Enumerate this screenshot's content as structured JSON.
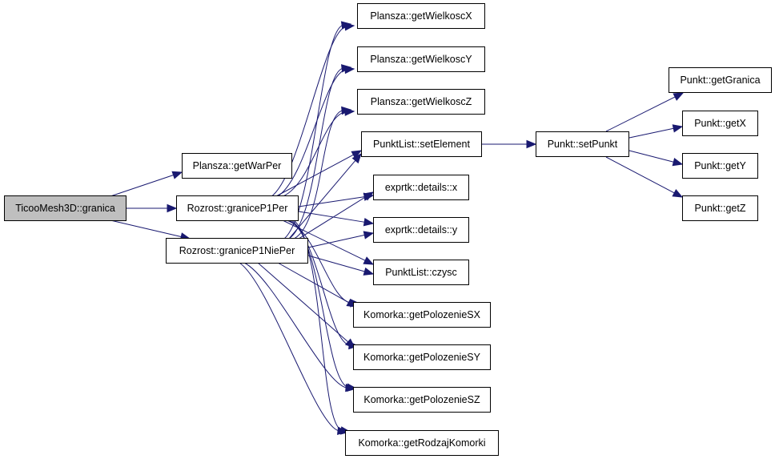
{
  "colors": {
    "edge": "#191970",
    "node_border": "#000000",
    "root_fill": "#bfbfbf",
    "node_fill": "#ffffff"
  },
  "nodes": {
    "ticoo": "TicooMesh3D::granica",
    "getwarper": "Plansza::getWarPer",
    "granicep1per": "Rozrost::graniceP1Per",
    "granicep1nieper": "Rozrost::graniceP1NiePer",
    "getwielkoscx": "Plansza::getWielkoscX",
    "getwielkoscy": "Plansza::getWielkoscY",
    "getwielkoscz": "Plansza::getWielkoscZ",
    "setelement": "PunktList::setElement",
    "detailsx": "exprtk::details::x",
    "detailsy": "exprtk::details::y",
    "czysc": "PunktList::czysc",
    "getpolozeniesx": "Komorka::getPolozenieSX",
    "getpolozeniesy": "Komorka::getPolozenieSY",
    "getpolozeniesz": "Komorka::getPolozenieSZ",
    "getrodzajkomorki": "Komorka::getRodzajKomorki",
    "setpunkt": "Punkt::setPunkt",
    "getgranica": "Punkt::getGranica",
    "getx": "Punkt::getX",
    "gety": "Punkt::getY",
    "getz": "Punkt::getZ"
  }
}
